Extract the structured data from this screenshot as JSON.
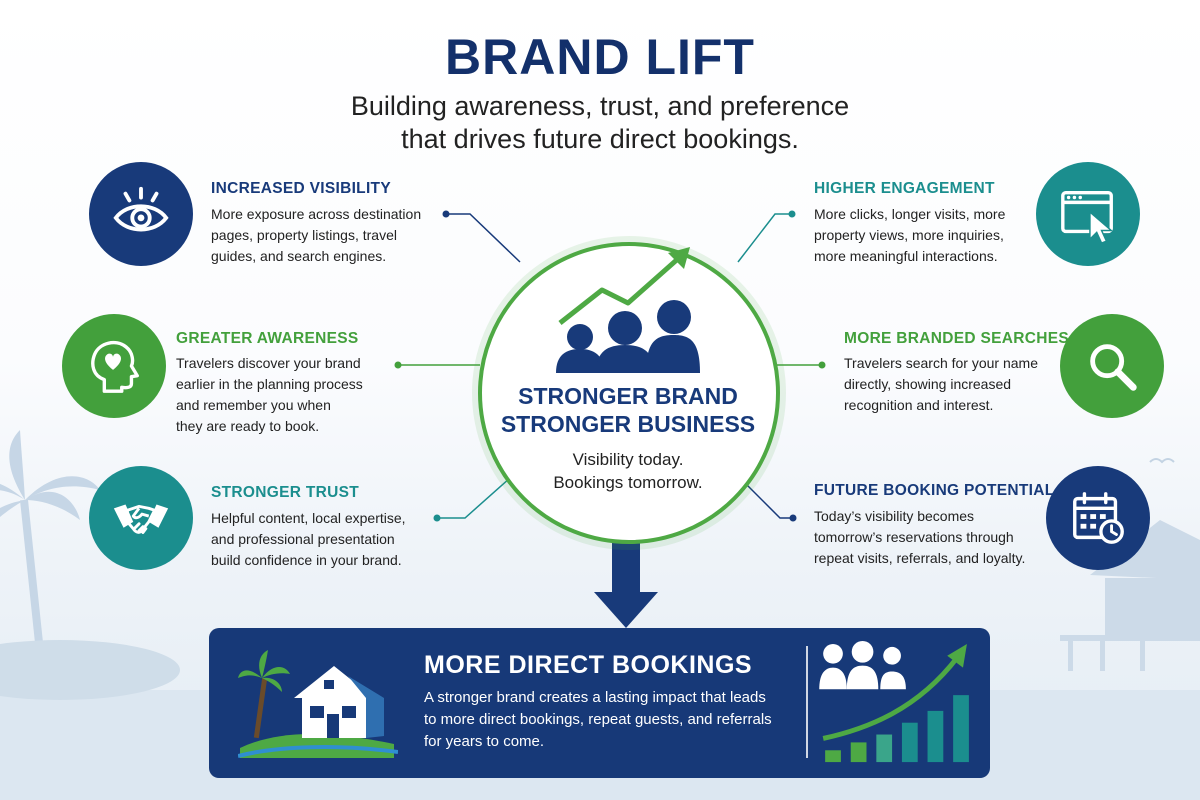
{
  "header": {
    "title": "BRAND LIFT",
    "subtitle_line1": "Building awareness, trust, and preference",
    "subtitle_line2": "that drives future direct bookings."
  },
  "center": {
    "title_line1": "STRONGER BRAND",
    "title_line2": "STRONGER BUSINESS",
    "sub_line1": "Visibility today.",
    "sub_line2": "Bookings tomorrow."
  },
  "blocks": {
    "visibility": {
      "title": "INCREASED VISIBILITY",
      "icon": "eye-icon",
      "color": "#183a7a",
      "lines": [
        "More exposure across destination",
        "pages, property listings, travel",
        "guides, and search engines."
      ]
    },
    "awareness": {
      "title": "GREATER AWARENESS",
      "icon": "head-heart-icon",
      "color": "#43a03c",
      "lines": [
        "Travelers discover your brand",
        "earlier in the planning process",
        "and remember you when",
        "they are ready to book."
      ]
    },
    "trust": {
      "title": "STRONGER TRUST",
      "icon": "handshake-icon",
      "color": "#1b8e8e",
      "lines": [
        "Helpful content, local expertise,",
        "and professional presentation",
        "build confidence in your brand."
      ]
    },
    "engagement": {
      "title": "HIGHER ENGAGEMENT",
      "icon": "browser-cursor-icon",
      "color": "#1b8e8e",
      "lines": [
        "More clicks, longer visits, more",
        "property views, more inquiries,",
        "more meaningful interactions."
      ]
    },
    "searches": {
      "title": "MORE BRANDED SEARCHES",
      "icon": "magnifier-icon",
      "color": "#43a03c",
      "lines": [
        "Travelers search for your name",
        "directly, showing increased",
        "recognition and interest."
      ]
    },
    "future": {
      "title": "FUTURE BOOKING POTENTIAL",
      "icon": "calendar-clock-icon",
      "color": "#183a7a",
      "lines": [
        "Today’s visibility becomes",
        "tomorrow’s reservations through",
        "repeat visits, referrals, and loyalty."
      ]
    }
  },
  "banner": {
    "title": "MORE DIRECT BOOKINGS",
    "lines": [
      "A stronger brand creates a lasting impact that leads",
      "to more direct bookings, repeat guests, and referrals",
      "for years to come."
    ]
  },
  "colors": {
    "navy": "#183a7a",
    "teal": "#1b8e8e",
    "green": "#43a03c",
    "banner": "#173978"
  }
}
